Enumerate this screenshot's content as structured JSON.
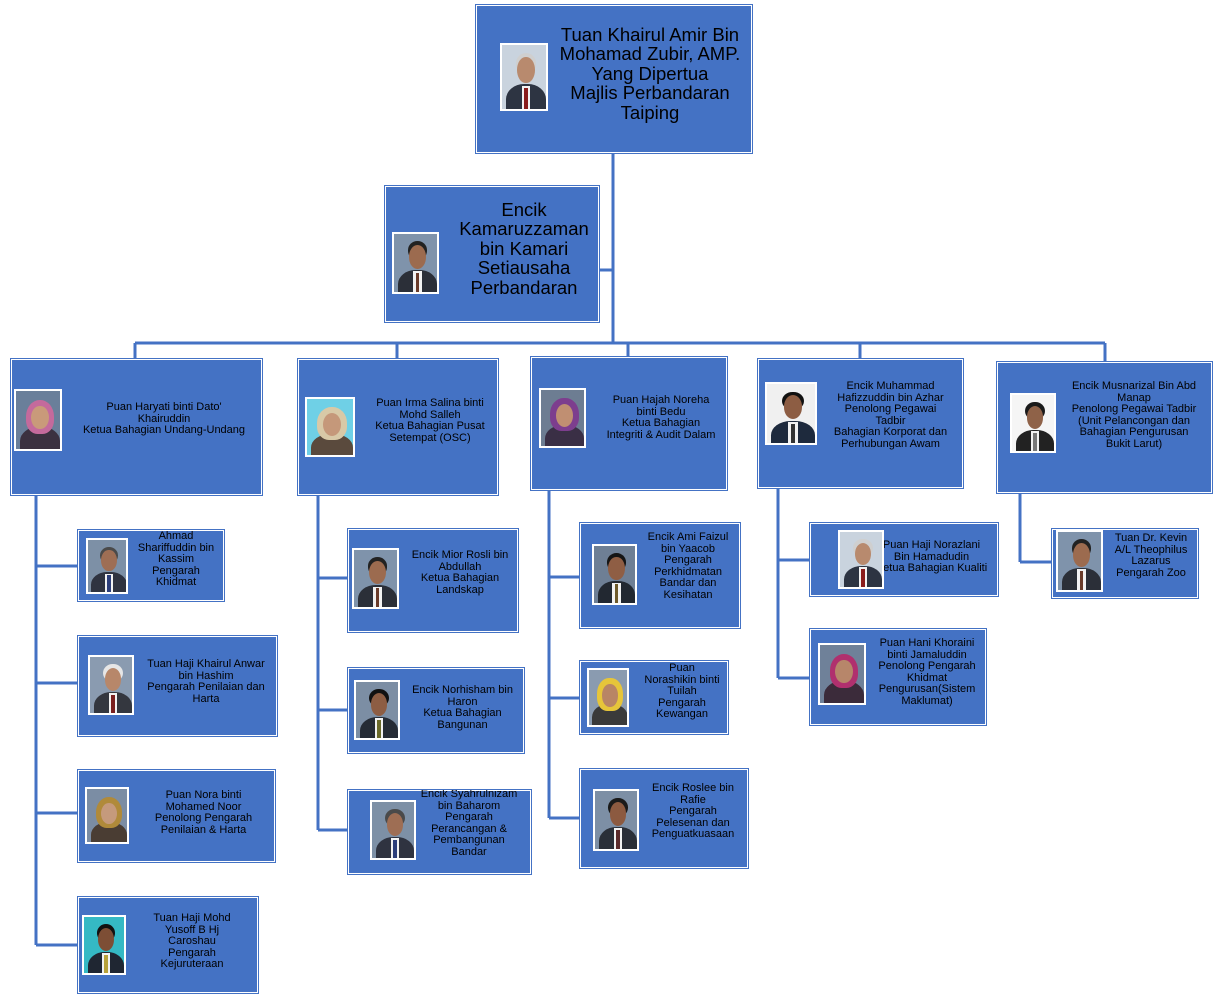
{
  "colors": {
    "box": "#4472c4",
    "line": "#4472c4",
    "text": "#ffffff"
  },
  "chart": {
    "top": {
      "photo": "portrait-man-grey-hair-suit",
      "lines": [
        "Tuan Khairul Amir Bin",
        "Mohamad Zubir, AMP.",
        "Yang Dipertua",
        "Majlis Perbandaran",
        "Taiping"
      ]
    },
    "secretary": {
      "photo": "portrait-man-suit",
      "lines": [
        "Encik",
        "Kamaruzzaman",
        "bin Kamari",
        "Setiausaha",
        "Perbandaran"
      ]
    },
    "heads": [
      {
        "photo": "portrait-woman-hijab-pink",
        "lines": [
          "Puan Haryati binti Dato'",
          "Khairuddin",
          "Ketua Bahagian Undang-Undang"
        ],
        "staff": [
          {
            "photo": "portrait-man-spectacles",
            "lines": [
              "Ahmad",
              "Shariffuddin bin",
              "Kassim",
              "Pengarah",
              "Khidmat"
            ]
          },
          {
            "photo": "portrait-man-white-hair",
            "lines": [
              "Tuan Haji Khairul Anwar",
              "bin Hashim",
              "Pengarah Penilaian dan",
              "Harta"
            ]
          },
          {
            "photo": "portrait-woman-hijab-brown",
            "lines": [
              "Puan Nora binti",
              "Mohamed Noor",
              "Penolong Pengarah",
              "Penilaian & Harta"
            ]
          },
          {
            "photo": "portrait-man-teal-bg",
            "lines": [
              "Tuan Haji Mohd",
              "Yusoff B Hj",
              "Caroshau",
              "Pengarah",
              "Kejuruteraan"
            ]
          }
        ]
      },
      {
        "photo": "portrait-woman-hijab-cream",
        "lines": [
          "Puan Irma Salina binti",
          "Mohd Salleh",
          "Ketua Bahagian Pusat",
          "Setempat (OSC)"
        ],
        "staff": [
          {
            "photo": "portrait-man-suit",
            "lines": [
              "Encik Mior Rosli bin",
              "Abdullah",
              "Ketua Bahagian",
              "Landskap"
            ]
          },
          {
            "photo": "portrait-man-songkok",
            "lines": [
              "Encik Norhisham bin",
              "Haron",
              "Ketua Bahagian",
              "Bangunan"
            ]
          },
          {
            "photo": "portrait-man-spectacles",
            "lines": [
              "Encik Syahrulnizam",
              "bin Baharom",
              "Pengarah",
              "Perancangan &",
              "Pembangunan",
              "Bandar"
            ]
          }
        ]
      },
      {
        "photo": "portrait-woman-hijab-purple",
        "lines": [
          "Puan Hajah Noreha",
          "binti Bedu",
          "Ketua Bahagian",
          "Integriti & Audit Dalam"
        ],
        "staff": [
          {
            "photo": "portrait-man-beard",
            "lines": [
              "Encik Ami Faizul",
              "bin Yaacob",
              "Pengarah",
              "Perkhidmatan",
              "Bandar dan",
              "Kesihatan"
            ]
          },
          {
            "photo": "portrait-woman-hijab-yellow",
            "lines": [
              "Puan",
              "Norashikin binti",
              "Tuilah",
              "Pengarah",
              "Kewangan"
            ]
          },
          {
            "photo": "portrait-man-moustache",
            "lines": [
              "Encik Roslee bin",
              "Rafie",
              "Pengarah",
              "Pelesenan dan",
              "Penguatkuasaan"
            ]
          }
        ]
      },
      {
        "photo": "portrait-man-uniform",
        "lines": [
          "Encik Muhammad",
          "Hafizzuddin bin Azhar",
          "Penolong Pegawai",
          "Tadbir",
          "Bahagian Korporat dan",
          "Perhubungan Awam"
        ],
        "staff": [
          {
            "photo": "portrait-man-grey-hair-suit",
            "lines": [
              "Puan Haji Norazlani",
              "Bin Hamadudin",
              "Ketua Bahagian Kualiti"
            ]
          },
          {
            "photo": "portrait-woman-hijab-magenta",
            "lines": [
              "Puan Hani Khoraini",
              "binti Jamaluddin",
              "Penolong Pengarah",
              "Khidmat",
              "Pengurusan(Sistem",
              "Maklumat)"
            ]
          }
        ]
      },
      {
        "photo": "portrait-man-white-bg",
        "lines": [
          "Encik Musnarizal Bin Abd",
          "Manap",
          "Penolong Pegawai Tadbir",
          "(Unit Pelancongan dan",
          "Bahagian Pengurusan",
          "Bukit Larut)"
        ],
        "staff": [
          {
            "photo": "portrait-man-suit",
            "lines": [
              "Tuan Dr. Kevin",
              "A/L Theophilus",
              "Lazarus",
              "Pengarah Zoo"
            ]
          }
        ]
      }
    ]
  }
}
